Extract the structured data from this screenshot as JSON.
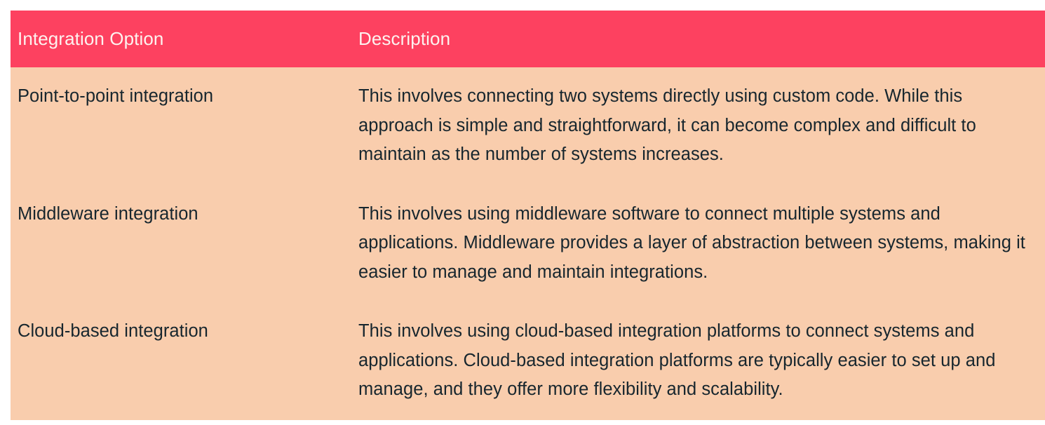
{
  "table": {
    "columns": [
      {
        "key": "option",
        "header": "Integration Option"
      },
      {
        "key": "description",
        "header": "Description"
      }
    ],
    "rows": [
      {
        "option": "Point-to-point integration",
        "description": "This involves connecting two systems directly using custom code. While this approach is simple and straightforward, it can become complex and difficult to maintain as the number of systems increases."
      },
      {
        "option": "Middleware integration",
        "description": "This involves using middleware software to connect multiple systems and applications. Middleware provides a layer of abstraction between systems, making it easier to manage and maintain integrations."
      },
      {
        "option": "Cloud-based integration",
        "description": "This involves using cloud-based integration platforms to connect systems and applications. Cloud-based integration platforms are typically easier to set up and manage, and they offer more flexibility and scalability."
      }
    ]
  },
  "colors": {
    "header_background": "#fd4160",
    "header_text": "#fdf2ef",
    "body_background": "#f9cdad",
    "body_text": "#17262e",
    "page_background": "#ffffff"
  }
}
